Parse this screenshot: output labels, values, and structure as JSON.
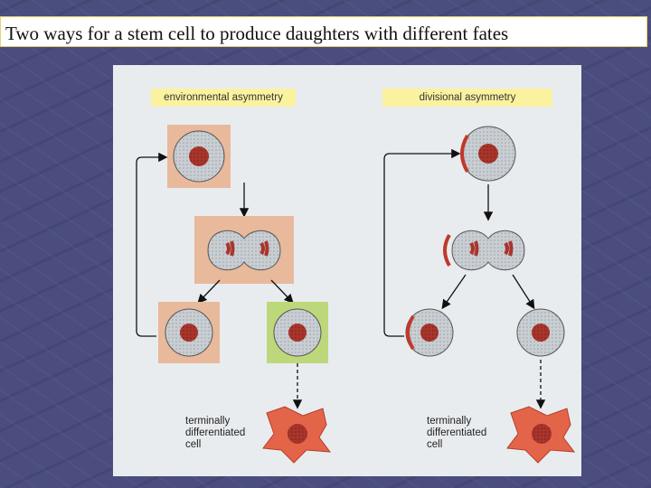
{
  "slide": {
    "title": "Two ways for a stem cell to produce daughters with different fates"
  },
  "diagram": {
    "left_panel": {
      "label": "environmental asymmetry",
      "caption_line1": "terminally",
      "caption_line2": "differentiated",
      "caption_line3": "cell"
    },
    "right_panel": {
      "label": "divisional asymmetry",
      "caption_line1": "terminally",
      "caption_line2": "differentiated",
      "caption_line3": "cell"
    },
    "colors": {
      "background": "#4a4d7e",
      "title_border": "#e8d36a",
      "label_highlight": "#fbf2a0",
      "niche_fill": "#e8b99b",
      "alternate_env_fill": "#bcd87a",
      "cell_fill": "#c9ced3",
      "nucleus": "#a8352b",
      "determinant": "#c0392b",
      "differentiated_cell": "#e4644a"
    }
  }
}
